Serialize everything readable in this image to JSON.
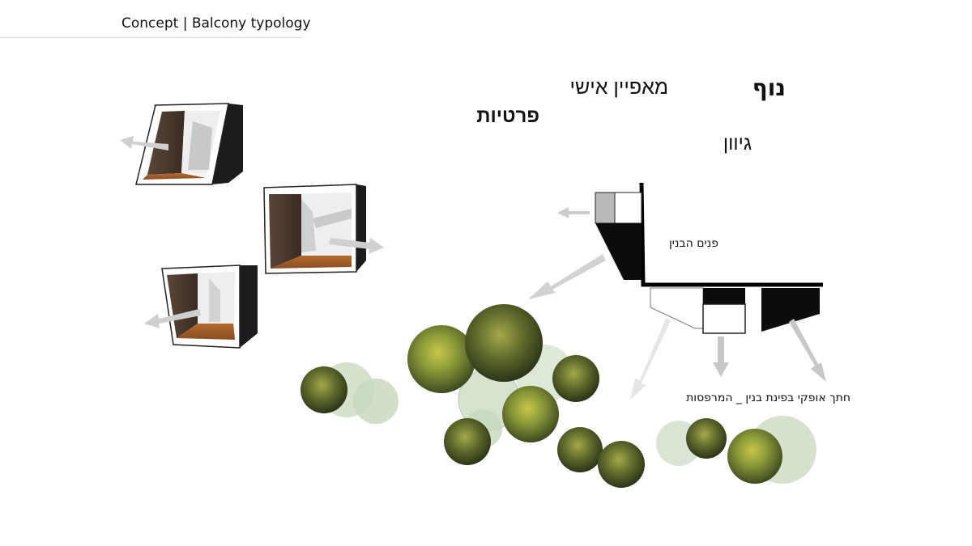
{
  "header": {
    "title": "Concept | Balcony typology"
  },
  "labels": {
    "landscape": "נוף",
    "personal_character": "מאפיין אישי",
    "privacy": "פרטיות",
    "variety": "גיוון",
    "building_interior": "פנים הבנין",
    "section_caption": "חתך אופקי בפינת בנין _ המרפסות"
  },
  "colors": {
    "wall_dark": "#1f1f1f",
    "wood_wall": "#4a3a30",
    "floor_wood": "#a0622f",
    "arrow_gray": "#c8c8c8",
    "arrow_light": "#e4e4e4",
    "tree_green": "#7f8f3a",
    "canopy_shadow": "#cfdcc6"
  }
}
